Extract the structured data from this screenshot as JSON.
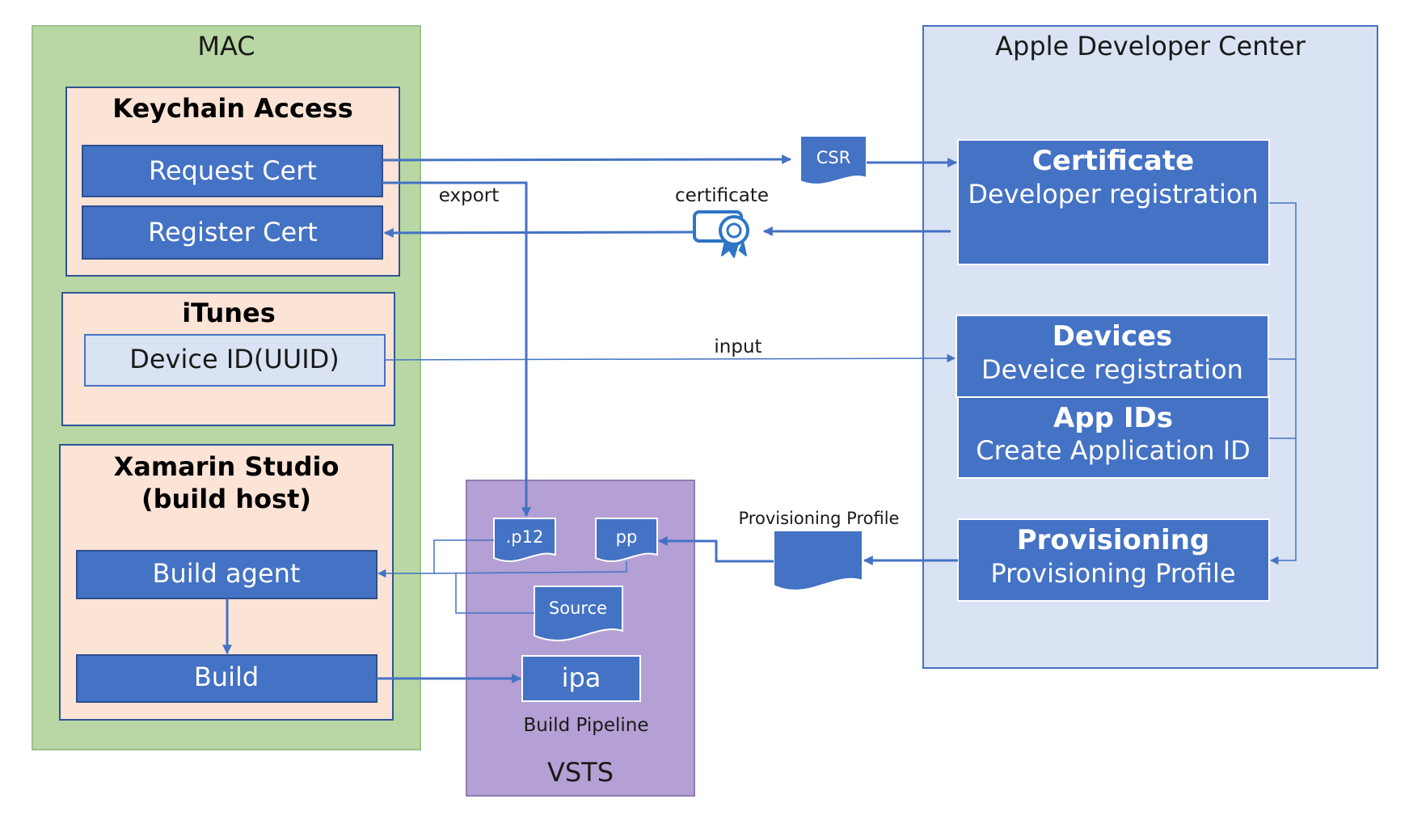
{
  "containers": {
    "mac": "MAC",
    "apple": "Apple Developer Center",
    "vsts": "VSTS"
  },
  "keychain": {
    "title": "Keychain Access",
    "request_cert": "Request Cert",
    "register_cert": "Register Cert"
  },
  "itunes": {
    "title": "iTunes",
    "device_id": "Device ID(UUID)"
  },
  "xamarin": {
    "title_line1": "Xamarin Studio",
    "title_line2": "(build host)",
    "build_agent": "Build agent",
    "build": "Build"
  },
  "apple_boxes": {
    "certificate_title": "Certificate",
    "certificate_sub": "Developer registration",
    "devices_title": "Devices",
    "devices_sub": "Deveice registration",
    "appids_title": "App IDs",
    "appids_sub": "Create Application ID",
    "provisioning_title": "Provisioning",
    "provisioning_sub": "Provisioning Profile"
  },
  "vsts_items": {
    "p12": ".p12",
    "pp": "pp",
    "source": "Source",
    "ipa": "ipa",
    "build_pipeline": "Build Pipeline"
  },
  "flow_labels": {
    "csr": "CSR",
    "export": "export",
    "certificate": "certificate",
    "input": "input",
    "provisioning_profile": "Provisioning Profile"
  },
  "colors": {
    "mac_bg": "#b8d7a4",
    "mac_border": "#9cc38a",
    "panel_bg": "#fbe3d6",
    "panel_border": "#2f5597",
    "button_bg": "#4472c4",
    "button_border": "#2f4f8f",
    "light_box_bg": "#dae3f3",
    "apple_bg": "#dae3f3",
    "apple_border": "#4472c4",
    "vsts_bg": "#b4a0d4",
    "vsts_border": "#8f7bb0",
    "arrow": "#4472c4"
  },
  "icons": {
    "certificate": "certificate-icon"
  }
}
